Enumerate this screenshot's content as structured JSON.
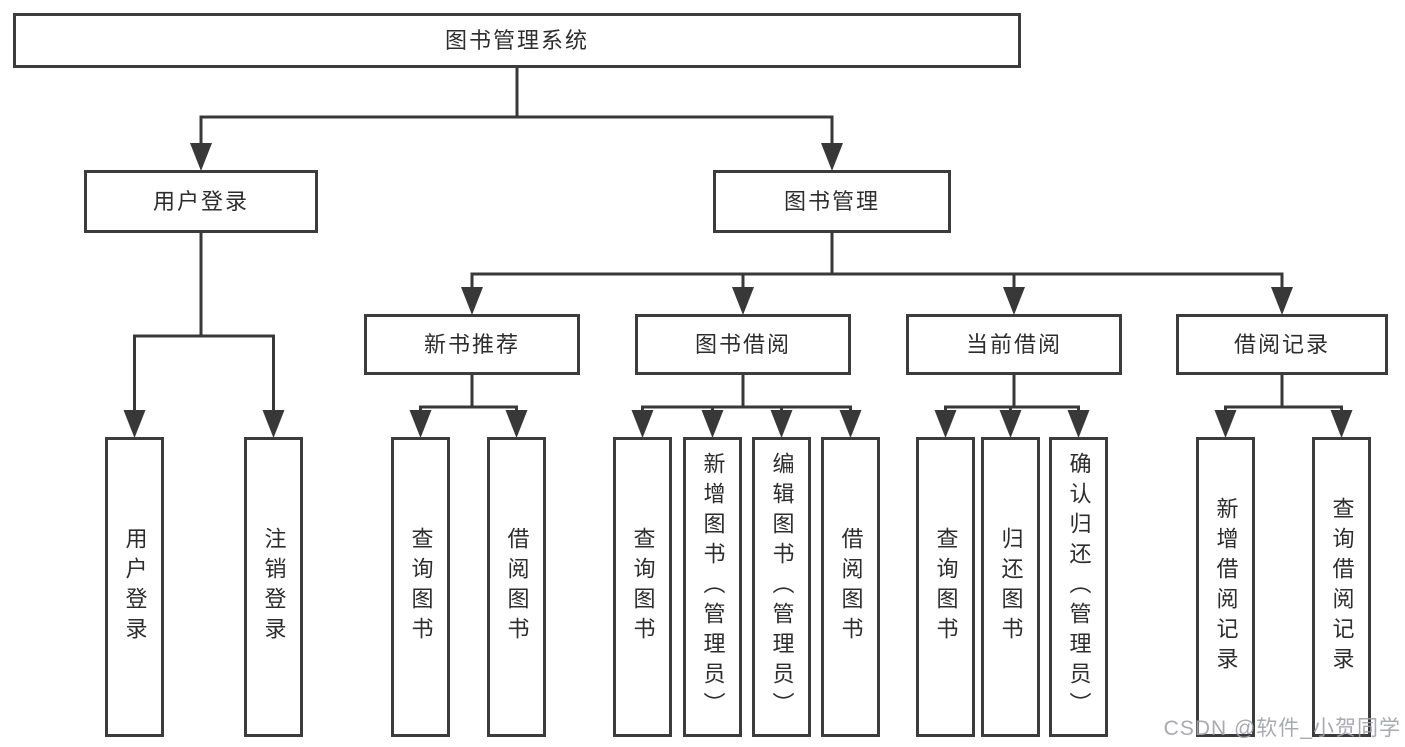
{
  "diagram": {
    "title": "图书管理系统",
    "nodes": [
      {
        "id": "root",
        "label": "图书管理系统"
      },
      {
        "id": "login",
        "label": "用户登录"
      },
      {
        "id": "manage",
        "label": "图书管理"
      },
      {
        "id": "new-books",
        "label": "新书推荐"
      },
      {
        "id": "book-borrow",
        "label": "图书借阅"
      },
      {
        "id": "current-borrow",
        "label": "当前借阅"
      },
      {
        "id": "borrow-records",
        "label": "借阅记录"
      },
      {
        "id": "login-user",
        "label": "用户登录"
      },
      {
        "id": "login-logout",
        "label": "注销登录"
      },
      {
        "id": "nb-query",
        "label": "查询图书"
      },
      {
        "id": "nb-borrow",
        "label": "借阅图书"
      },
      {
        "id": "bb-query",
        "label": "查询图书"
      },
      {
        "id": "bb-add",
        "label": "新增图书（管理员）"
      },
      {
        "id": "bb-edit",
        "label": "编辑图书（管理员）"
      },
      {
        "id": "bb-borrow",
        "label": "借阅图书"
      },
      {
        "id": "cb-query",
        "label": "查询图书"
      },
      {
        "id": "cb-return",
        "label": "归还图书"
      },
      {
        "id": "cb-confirm",
        "label": "确认归还（管理员）"
      },
      {
        "id": "br-add",
        "label": "新增借阅记录"
      },
      {
        "id": "br-query",
        "label": "查询借阅记录"
      }
    ],
    "edges": [
      {
        "parent": "root",
        "children": [
          "login",
          "manage"
        ]
      },
      {
        "parent": "login",
        "children": [
          "login-user",
          "login-logout"
        ]
      },
      {
        "parent": "manage",
        "children": [
          "new-books",
          "book-borrow",
          "current-borrow",
          "borrow-records"
        ]
      },
      {
        "parent": "new-books",
        "children": [
          "nb-query",
          "nb-borrow"
        ]
      },
      {
        "parent": "book-borrow",
        "children": [
          "bb-query",
          "bb-add",
          "bb-edit",
          "bb-borrow"
        ]
      },
      {
        "parent": "current-borrow",
        "children": [
          "cb-query",
          "cb-return",
          "cb-confirm"
        ]
      },
      {
        "parent": "borrow-records",
        "children": [
          "br-add",
          "br-query"
        ]
      }
    ]
  },
  "watermark": {
    "text": "CSDN @软件_小贺同学"
  },
  "colors": {
    "line": "#383838",
    "box_border": "#3c3c3c",
    "text": "#2d2d2d",
    "background": "#ffffff",
    "watermark": "#9ea0a8"
  }
}
